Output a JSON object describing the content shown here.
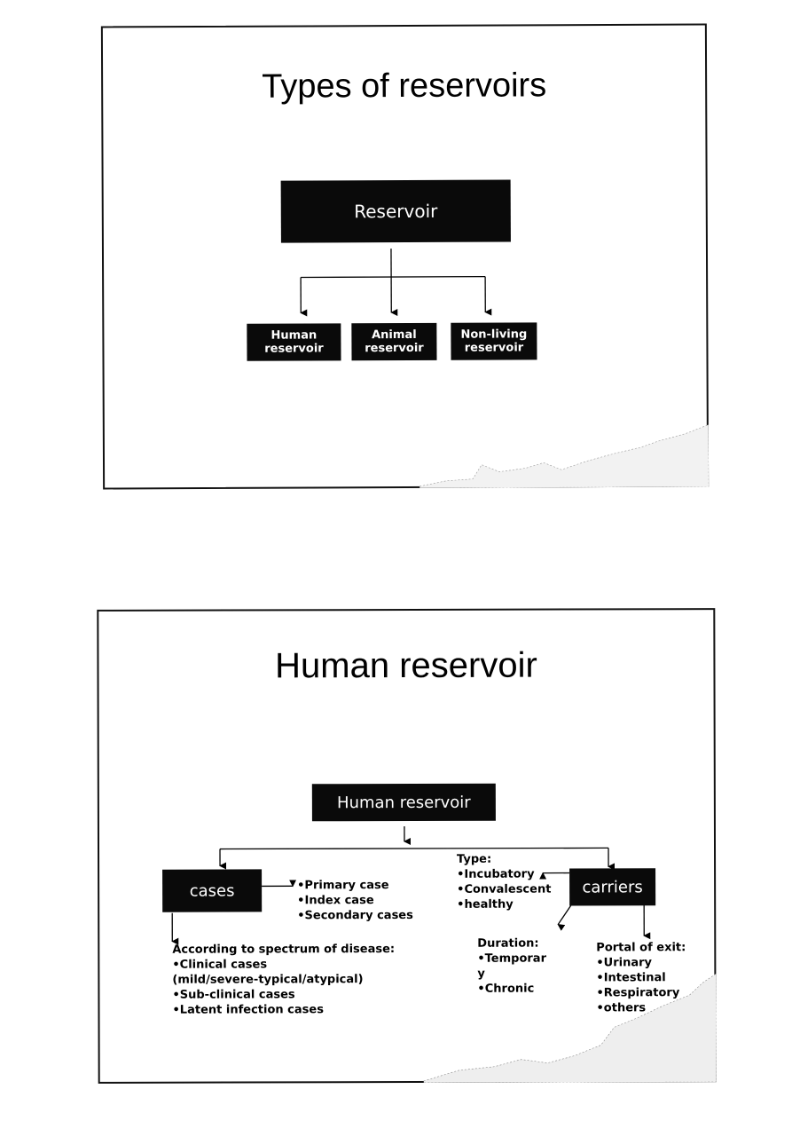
{
  "slide1": {
    "title": "Types of reservoirs",
    "root": "Reservoir",
    "children": [
      {
        "line1": "Human",
        "line2": "reservoir"
      },
      {
        "line1": "Animal",
        "line2": "reservoir"
      },
      {
        "line1": "Non-living",
        "line2": "reservoir"
      }
    ]
  },
  "slide2": {
    "title": "Human reservoir",
    "root": "Human reservoir",
    "cases": {
      "label": "cases",
      "types": [
        "•Primary case",
        "•Index case",
        "•Secondary cases"
      ],
      "spectrum": [
        "According to spectrum of disease:",
        "•Clinical cases",
        "(mild/severe-typical/atypical)",
        "•Sub-clinical cases",
        "•Latent infection cases"
      ]
    },
    "carriers": {
      "label": "carriers",
      "type": [
        "Type:",
        "•Incubatory",
        "•Convalescent",
        "•healthy"
      ],
      "duration": [
        "Duration:",
        "•Temporar",
        "y",
        "•Chronic"
      ],
      "portal": [
        "Portal of exit:",
        "•Urinary",
        "•Intestinal",
        "•Respiratory",
        "•others"
      ]
    }
  }
}
